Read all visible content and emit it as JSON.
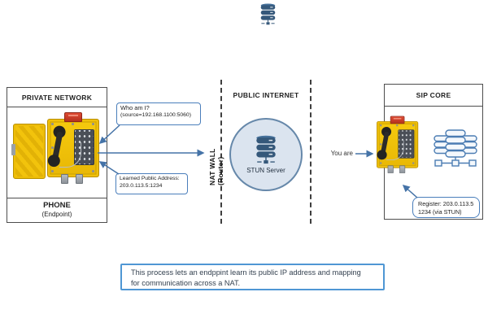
{
  "private_network": {
    "title": "PRIVATE NETWORK",
    "device": "PHONE",
    "device_type": "(Endpoint)"
  },
  "nat_wall": {
    "label": "NAT WALL (Router)"
  },
  "public_internet": {
    "title": "PUBLIC INTERNET",
    "server_label": "STUN Server"
  },
  "sip_core": {
    "title": "SIP CORE"
  },
  "callouts": {
    "who_am_i": {
      "line1": "Who am I?",
      "line2": "(source=192.168.1100:5060)"
    },
    "learned": {
      "line1": "Learned Public Address:",
      "line2": "203.0.113.5:1234"
    },
    "you_are": "You are",
    "register": {
      "line1": "Register: 203.0.113.5",
      "line2": "1234 (via STUN)"
    }
  },
  "caption": {
    "line1": "This process lets an endppint learn its public IP address and mapping",
    "line2": "for communication across a NAT."
  },
  "colors": {
    "phone_yellow": "#f2c40d",
    "beacon_red": "#d0392b",
    "arrow_blue": "#4573a7",
    "stun_circle_fill": "#dbe4ef",
    "db_icon_blue": "#35587a",
    "caption_border": "#4f97d4"
  }
}
